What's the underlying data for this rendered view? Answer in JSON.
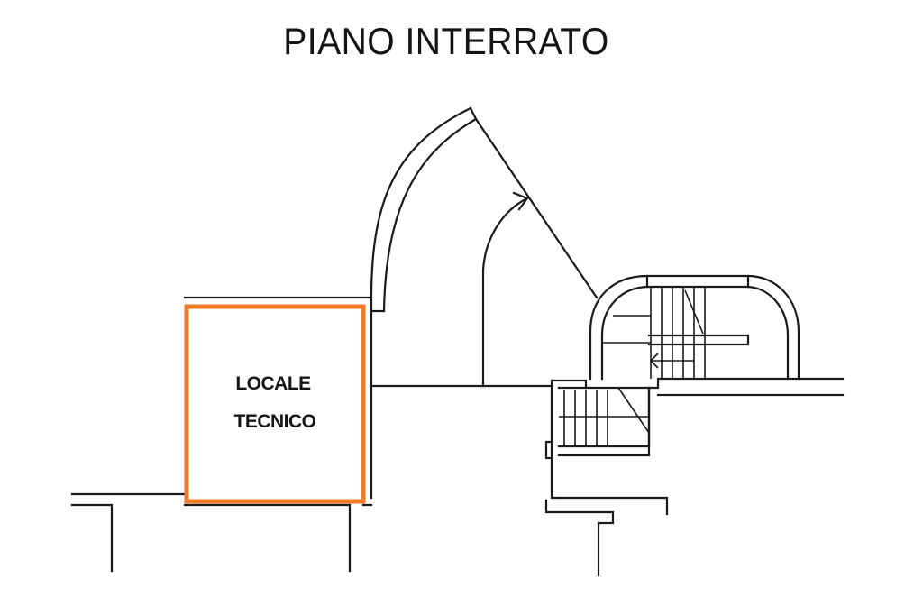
{
  "title": "PIANO INTERRATO",
  "room": {
    "label_line1": "LOCALE",
    "label_line2": "TECNICO",
    "highlight_color": "#EE7A2A"
  },
  "line_color": "#1a1a1a"
}
